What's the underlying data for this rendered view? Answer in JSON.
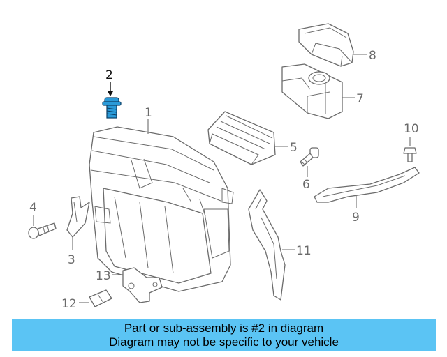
{
  "banner": {
    "line1": "Part or sub-assembly is #2 in diagram",
    "line2": "Diagram may not be specific to your vehicle"
  },
  "callouts": {
    "c1": "1",
    "c2": "2",
    "c3": "3",
    "c4": "4",
    "c5": "5",
    "c6": "6",
    "c7": "7",
    "c8": "8",
    "c9": "9",
    "c10": "10",
    "c11": "11",
    "c12": "12",
    "c13": "13"
  },
  "colors": {
    "highlight_part": "#2a9ad8",
    "banner_bg": "#5bc4f4",
    "line": "#6b6b6b"
  },
  "highlighted_part": "2"
}
